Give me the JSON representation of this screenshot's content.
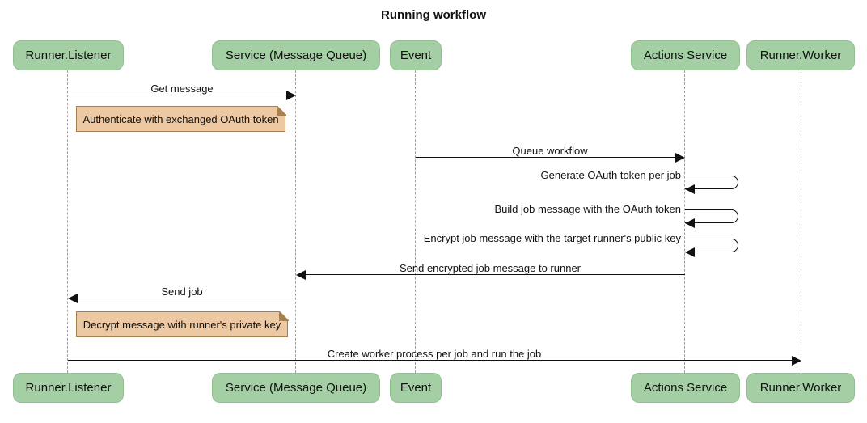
{
  "title": "Running workflow",
  "participants": [
    {
      "label": "Runner.Listener"
    },
    {
      "label": "Service (Message Queue)"
    },
    {
      "label": "Event"
    },
    {
      "label": "Actions Service"
    },
    {
      "label": "Runner.Worker"
    }
  ],
  "messages": [
    {
      "text": "Get message",
      "from": "Runner.Listener",
      "to": "Service (Message Queue)",
      "type": "arrow-right"
    },
    {
      "text": "Queue workflow",
      "from": "Event",
      "to": "Actions Service",
      "type": "arrow-right"
    },
    {
      "text": "Generate OAuth token per job",
      "from": "Actions Service",
      "to": "Actions Service",
      "type": "self"
    },
    {
      "text": "Build job message with the OAuth token",
      "from": "Actions Service",
      "to": "Actions Service",
      "type": "self"
    },
    {
      "text": "Encrypt job message with the target runner's public key",
      "from": "Actions Service",
      "to": "Actions Service",
      "type": "self"
    },
    {
      "text": "Send encrypted job message to runner",
      "from": "Actions Service",
      "to": "Service (Message Queue)",
      "type": "arrow-left"
    },
    {
      "text": "Send job",
      "from": "Service (Message Queue)",
      "to": "Runner.Listener",
      "type": "arrow-left"
    },
    {
      "text": "Create worker process per job and run the job",
      "from": "Runner.Listener",
      "to": "Runner.Worker",
      "type": "arrow-right"
    }
  ],
  "notes": [
    {
      "text": "Authenticate with exchanged OAuth token",
      "position": "right of Runner.Listener"
    },
    {
      "text": "Decrypt message with runner's private key",
      "position": "right of Runner.Listener"
    }
  ],
  "colors": {
    "actor_fill": "#A4CFA4",
    "actor_border": "#93BE93",
    "note_fill": "#ECC9A2",
    "note_border": "#A87F4F",
    "lifeline": "#9E9E9E",
    "arrow": "#111111"
  }
}
